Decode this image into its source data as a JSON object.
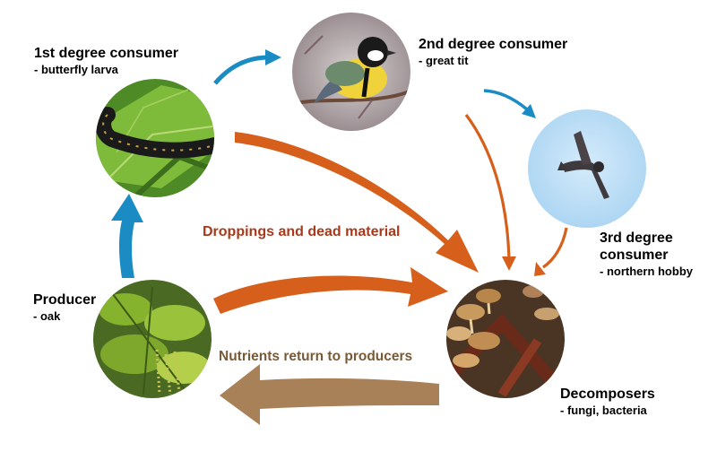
{
  "nodes": {
    "larva": {
      "title": "1st degree consumer",
      "subtitle": "- butterfly larva"
    },
    "tit": {
      "title": "2nd degree consumer",
      "subtitle": "- great tit"
    },
    "hobby": {
      "title": "3rd degree consumer",
      "subtitle": "- northern hobby"
    },
    "producer": {
      "title": "Producer",
      "subtitle": "- oak"
    },
    "decomp": {
      "title": "Decomposers",
      "subtitle": "- fungi, bacteria"
    }
  },
  "flows": {
    "droppings": "Droppings and dead material",
    "nutrients": "Nutrients return to producers"
  },
  "colors": {
    "energy_arrow": "#1b8bc4",
    "droppings_arrow": "#d65f1c",
    "nutrients_arrow": "#a98158",
    "droppings_text": "#a8391a",
    "nutrients_text": "#7a5a36"
  }
}
